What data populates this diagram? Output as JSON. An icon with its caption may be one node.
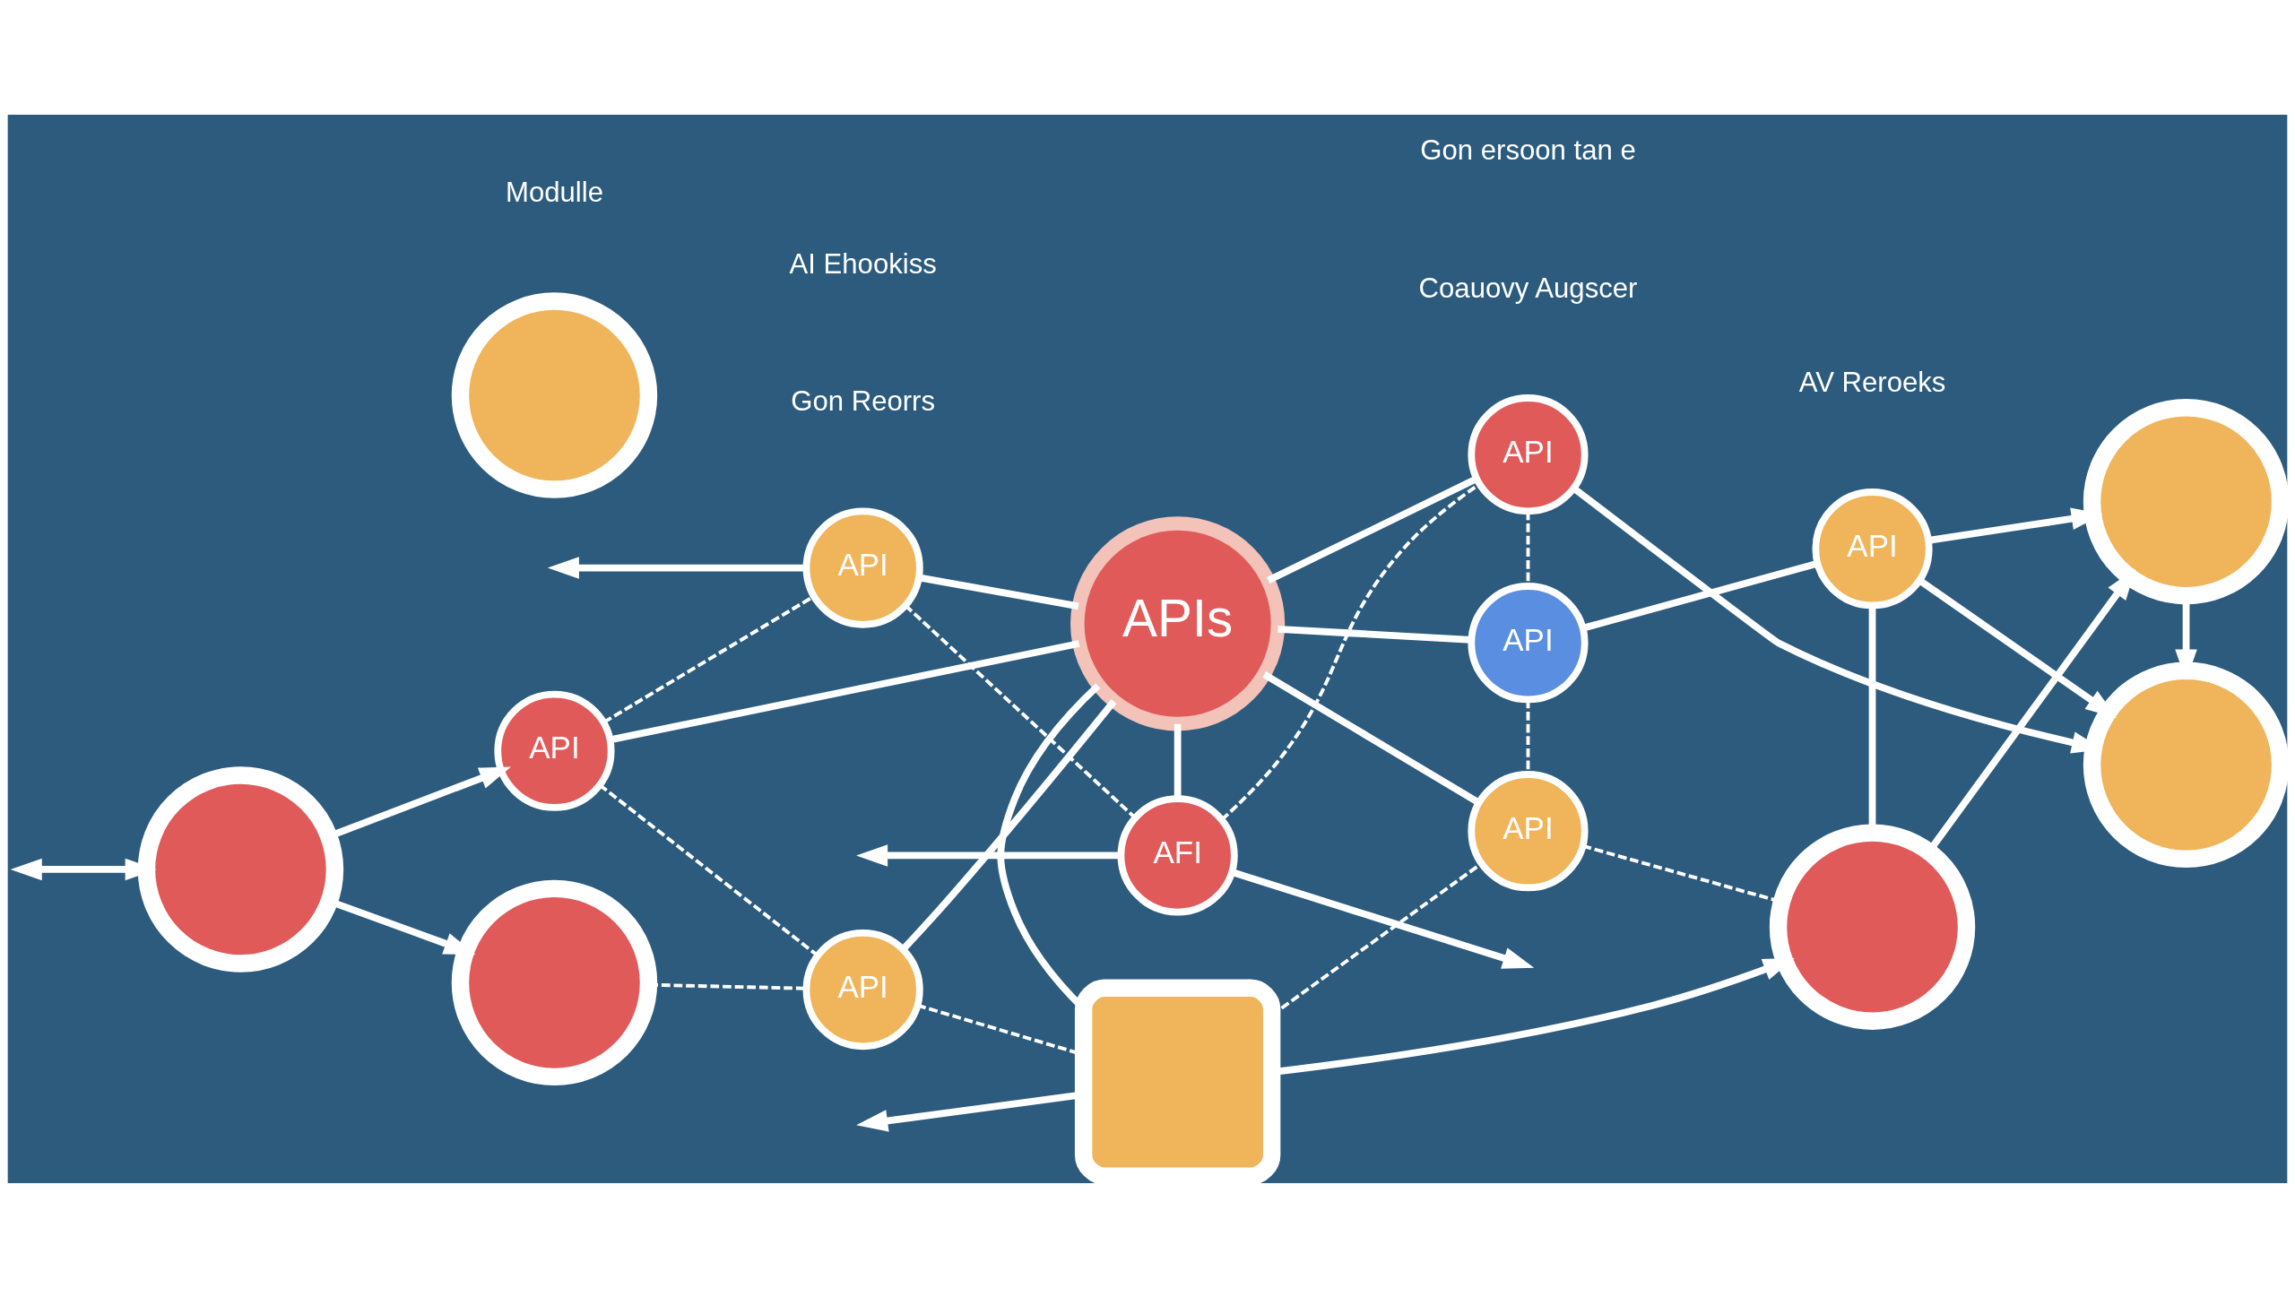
{
  "diagram": {
    "nodes": [
      {
        "text": [
          "APIs"
        ]
      },
      {
        "text": [
          "AFI"
        ]
      },
      {
        "text": [
          "API"
        ]
      },
      {
        "text": [
          "API"
        ]
      },
      {
        "text": [
          "API"
        ]
      },
      {
        "text": [
          "API"
        ]
      },
      {
        "text": [
          "API"
        ]
      },
      {
        "text": [
          "API"
        ]
      },
      {
        "text": [
          "API"
        ]
      },
      {
        "text": [],
        "shape": "circle"
      },
      {
        "text": [],
        "shape": "circle"
      },
      {
        "text": [],
        "shape": "circle"
      },
      {
        "text": [],
        "shape": "circle"
      },
      {
        "text": [],
        "shape": "box"
      },
      {
        "text": [],
        "shape": "circle"
      },
      {
        "text": [],
        "shape": "circle"
      }
    ],
    "edges": [
      {
        "from": 1,
        "to": null,
        "arrow": "to"
      },
      {
        "from": 1,
        "to": null,
        "arrow": "to"
      },
      {
        "from": 2,
        "to": null,
        "arrow": "to"
      },
      {
        "from": 3,
        "to": 10,
        "arrow": "to"
      },
      {
        "from": 11,
        "to": null,
        "arrow": "both"
      },
      {
        "from": 11,
        "to": 4,
        "arrow": "to"
      },
      {
        "from": 11,
        "to": 12,
        "arrow": "to"
      },
      {
        "from": 4,
        "to": 0,
        "arrow": "none"
      },
      {
        "from": 0,
        "to": 1,
        "arrow": "none"
      },
      {
        "from": 0,
        "to": 2,
        "arrow": "none"
      },
      {
        "from": 0,
        "to": 3,
        "arrow": "none"
      },
      {
        "from": 0,
        "to": 7,
        "arrow": "none"
      },
      {
        "from": 0,
        "to": 8,
        "arrow": "none"
      },
      {
        "from": 0,
        "to": 13,
        "arrow": "none"
      },
      {
        "from": 0,
        "to": 5,
        "arrow": "none"
      },
      {
        "from": 5,
        "to": 6,
        "arrow": "none"
      },
      {
        "from": 6,
        "to": 15,
        "arrow": "to"
      },
      {
        "from": 6,
        "to": 10,
        "arrow": "to"
      },
      {
        "from": 6,
        "to": 14,
        "arrow": "none"
      },
      {
        "from": 14,
        "to": 15,
        "arrow": "to"
      },
      {
        "from": 15,
        "to": 10,
        "arrow": "to"
      },
      {
        "from": 13,
        "to": null,
        "arrow": "to"
      },
      {
        "from": 13,
        "to": 14,
        "arrow": "to"
      },
      {
        "from": 1,
        "to": 2,
        "arrow": "none",
        "style": "dashed"
      },
      {
        "from": 1,
        "to": 3,
        "arrow": "none",
        "style": "dashed"
      },
      {
        "from": 2,
        "to": 4,
        "arrow": "none",
        "style": "dashed"
      },
      {
        "from": 3,
        "to": 5,
        "arrow": "none",
        "style": "dashed"
      },
      {
        "from": 4,
        "to": 7,
        "arrow": "none",
        "style": "dashed"
      },
      {
        "from": 7,
        "to": 13,
        "arrow": "none",
        "style": "dashed"
      },
      {
        "from": 8,
        "to": 13,
        "arrow": "none",
        "style": "dashed"
      },
      {
        "from": 5,
        "to": 8,
        "arrow": "none",
        "style": "dashed"
      },
      {
        "from": 12,
        "to": 7,
        "arrow": "none",
        "style": "dashed"
      },
      {
        "from": 8,
        "to": 14,
        "arrow": "none",
        "style": "dashed"
      }
    ],
    "labels": [
      "Gon Reorrs",
      "Modulle",
      "AV Reroeks",
      "Coauovy Augscer",
      "AI Ehookiss",
      "Gon ersoon tan e"
    ]
  }
}
